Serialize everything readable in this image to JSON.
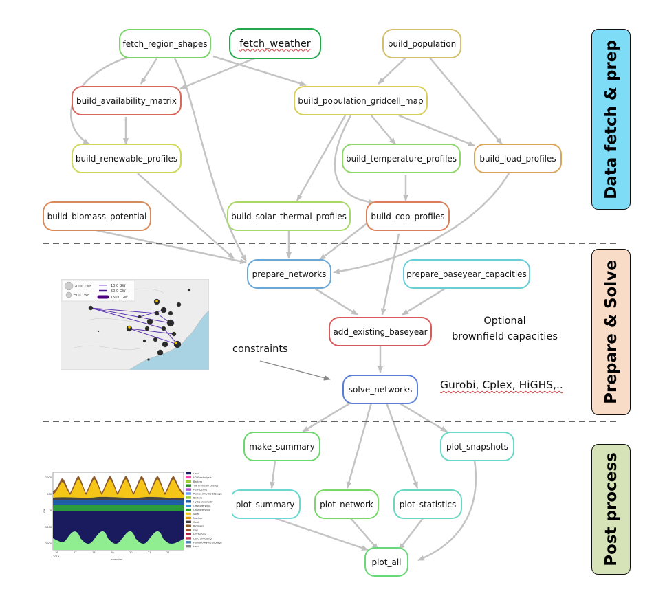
{
  "stages": [
    {
      "label": "Data fetch & prep",
      "color": "#7fdcf6"
    },
    {
      "label": "Prepare & Solve",
      "color": "#f8dcc8"
    },
    {
      "label": "Post process",
      "color": "#d6e3b9"
    }
  ],
  "nodes": {
    "fetch_region_shapes": {
      "label": "fetch_region_shapes",
      "color": "#7bd36a"
    },
    "fetch_weather": {
      "label": "fetch_weather",
      "color": "#23a84b"
    },
    "build_population": {
      "label": "build_population",
      "color": "#d4bf6a"
    },
    "build_availability_matrix": {
      "label": "build_availability_matrix",
      "color": "#d9685a"
    },
    "build_population_gridcell_map": {
      "label": "build_population_gridcell_map",
      "color": "#d8cf5a"
    },
    "build_renewable_profiles": {
      "label": "build_renewable_profiles",
      "color": "#cfd85a"
    },
    "build_temperature_profiles": {
      "label": "build_temperature_profiles",
      "color": "#8fd66a"
    },
    "build_load_profiles": {
      "label": "build_load_profiles",
      "color": "#d9a55a"
    },
    "build_biomass_potential": {
      "label": "build_biomass_potential",
      "color": "#d98a5a"
    },
    "build_solar_thermal_profiles": {
      "label": "build_solar_thermal_profiles",
      "color": "#a8d86a"
    },
    "build_cop_profiles": {
      "label": "build_cop_profiles",
      "color": "#d9805a"
    },
    "prepare_networks": {
      "label": "prepare_networks",
      "color": "#6aa8d8"
    },
    "prepare_baseyear_capacities": {
      "label": "prepare_baseyear_capacities",
      "color": "#6acdd8"
    },
    "add_existing_baseyear": {
      "label": "add_existing_baseyear",
      "color": "#d95a5a"
    },
    "solve_networks": {
      "label": "solve_networks",
      "color": "#5a7ed8"
    },
    "make_summary": {
      "label": "make_summary",
      "color": "#6ad86a"
    },
    "plot_snapshots": {
      "label": "plot_snapshots",
      "color": "#6ad8c8"
    },
    "plot_summary": {
      "label": "plot_summary",
      "color": "#6ad8d0"
    },
    "plot_network": {
      "label": "plot_network",
      "color": "#7ad86a"
    },
    "plot_statistics": {
      "label": "plot_statistics",
      "color": "#6ad8c0"
    },
    "plot_all": {
      "label": "plot_all",
      "color": "#6ad87a"
    }
  },
  "annotations": {
    "constraints": "constraints",
    "optional_line1": "Optional",
    "optional_line2": "brownfield capacities",
    "solvers": "Gurobi, Cplex, HiGHS,.."
  },
  "map_legend": {
    "sizes": [
      "2000 TWh",
      "500 TWh"
    ],
    "widths": [
      "10.0 GW",
      "50.0 GW",
      "150.0 GW"
    ]
  },
  "dispatch_legend": [
    "Load",
    "H2 Electrolysis",
    "Battery",
    "Transmission Losses",
    "H2 Pipeline",
    "Pumped Hydro Storage",
    "Battery",
    "Hydroelectricity",
    "Offshore Wind",
    "Onshore Wind",
    "Solar",
    "Nuclear",
    "Coal",
    "Biomass",
    "Gas",
    "H2 Turbine",
    "Load Shedding",
    "Pumped Hydro Storage",
    "Load"
  ],
  "dispatch_yticks": [
    "1000",
    "500",
    "0",
    "-1000",
    "-2000"
  ],
  "dispatch_xticks": [
    "16",
    "17",
    "18",
    "19",
    "20",
    "21",
    "22"
  ],
  "dispatch_xlabel": "snapshot",
  "dispatch_ylabel": "GW",
  "dispatch_year": "2019"
}
